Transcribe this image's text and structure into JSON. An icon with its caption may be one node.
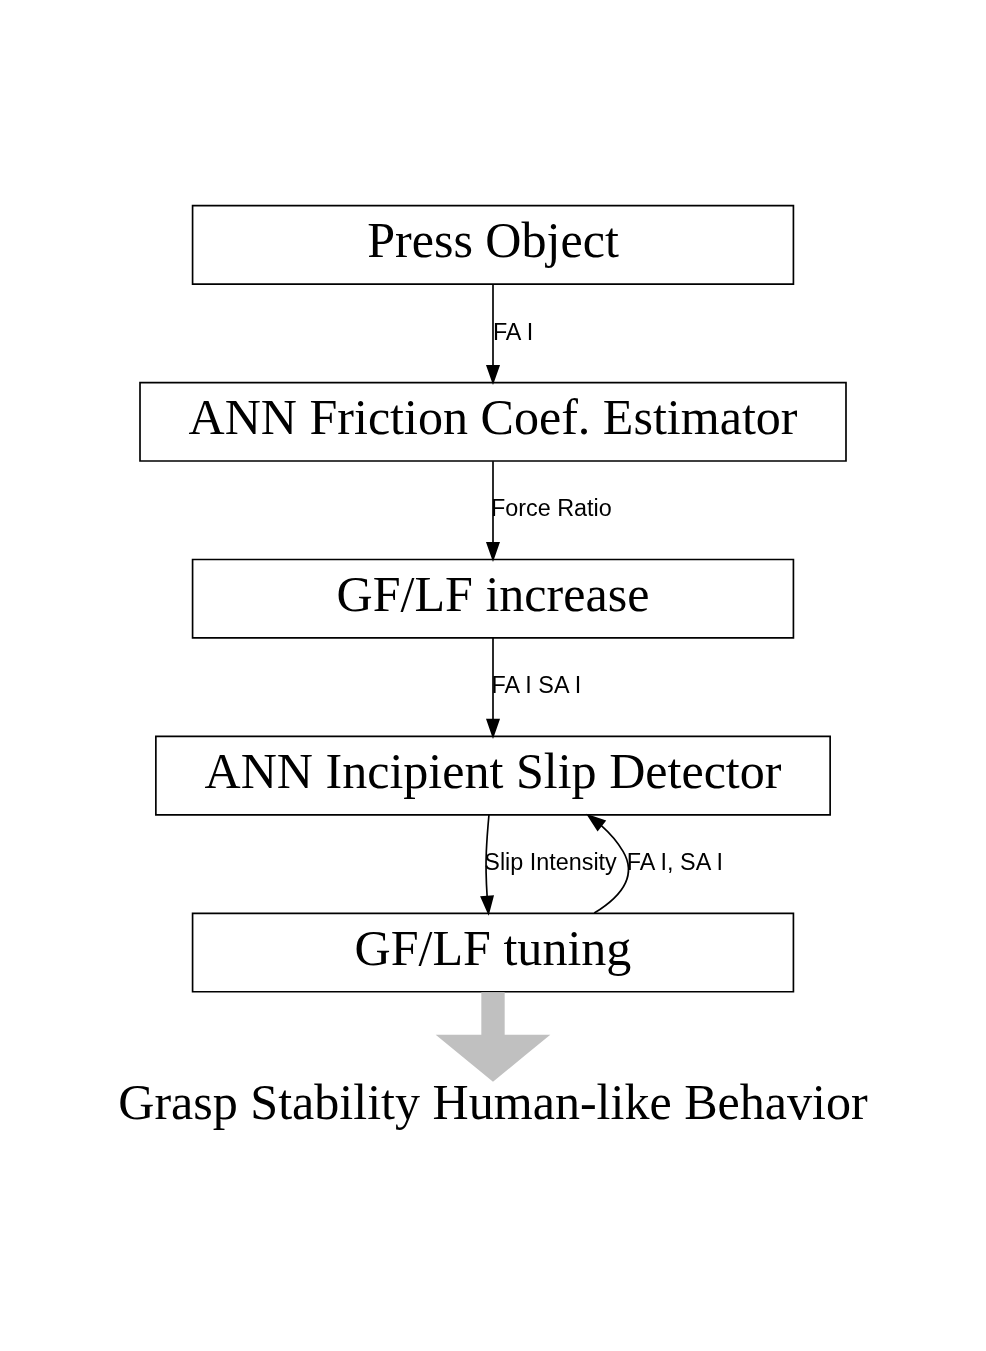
{
  "diagram": {
    "nodes": [
      {
        "text": [
          "Press Object"
        ]
      },
      {
        "text": [
          "ANN Friction Coef. Estimator"
        ]
      },
      {
        "text": [
          "GF/LF increase"
        ]
      },
      {
        "text": [
          "ANN Incipient Slip Detector"
        ]
      },
      {
        "text": [
          "GF/LF tuning"
        ]
      },
      {
        "text": [
          "Grasp Stability Human-like Behavior"
        ]
      }
    ],
    "edges": [
      {
        "from": 0,
        "to": 1,
        "arrow": "to",
        "label": "FA I"
      },
      {
        "from": 1,
        "to": 2,
        "arrow": "to",
        "label": "Force Ratio"
      },
      {
        "from": 2,
        "to": 3,
        "arrow": "to",
        "label": "FA I SA I"
      },
      {
        "from": 3,
        "to": 4,
        "arrow": "to",
        "label": "Slip Intensity"
      },
      {
        "from": 4,
        "to": 3,
        "arrow": "to",
        "label": "FA I, SA I"
      },
      {
        "from": 4,
        "to": 5,
        "arrow": "to",
        "style": "thick",
        "color": "#c0c0c0"
      }
    ]
  }
}
